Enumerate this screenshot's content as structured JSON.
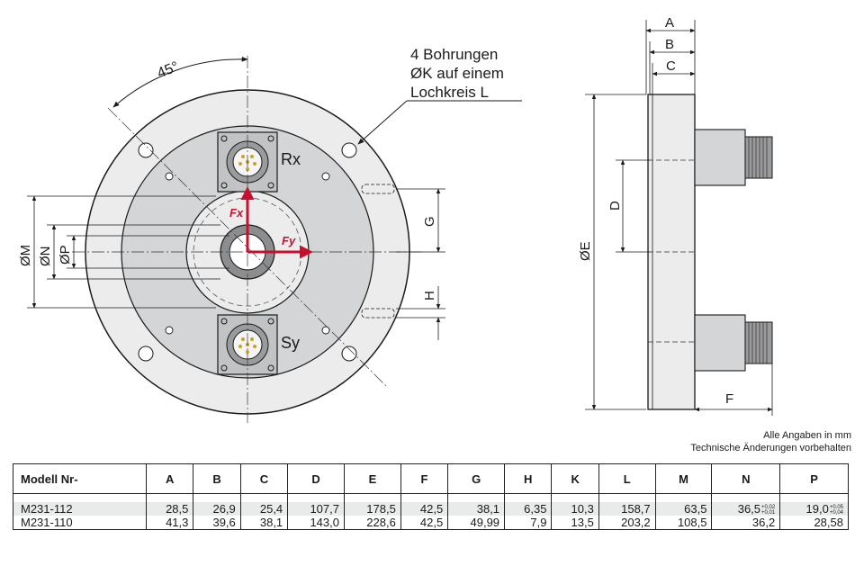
{
  "labels": {
    "angle": "45°",
    "holes_line1": "4 Bohrungen",
    "holes_line2": "ØK auf einem",
    "holes_line3": "Lochkreis L",
    "rx": "Rx",
    "sy": "Sy",
    "fx": "Fx",
    "fy": "Fy",
    "dim_m": "ØM",
    "dim_n": "ØN",
    "dim_p": "ØP",
    "dim_g": "G",
    "dim_h": "H",
    "dim_a": "A",
    "dim_b": "B",
    "dim_c": "C",
    "dim_d": "D",
    "dim_e": "ØE",
    "dim_f": "F"
  },
  "colors": {
    "force_arrow": "#c8102e",
    "plate_gray": "#d4d5d6",
    "ring_gray": "#ececec"
  },
  "notes": {
    "units": "Alle Angaben in mm",
    "changes": "Technische Änderungen vorbehalten"
  },
  "table": {
    "headers": [
      "Modell  Nr-",
      "A",
      "B",
      "C",
      "D",
      "E",
      "F",
      "G",
      "H",
      "K",
      "L",
      "M",
      "N",
      "P"
    ],
    "rows": [
      {
        "model": "M231-112",
        "values": [
          "28,5",
          "26,9",
          "25,4",
          "107,7",
          "178,5",
          "42,5",
          "38,1",
          "6,35",
          "10,3",
          "158,7",
          "63,5"
        ],
        "n": {
          "value": "36,5",
          "tol_upper": "+0,02",
          "tol_lower": "+0,01"
        },
        "p": {
          "value": "19,0",
          "tol_upper": "+0,05",
          "tol_lower": "+0,04"
        }
      },
      {
        "model": "M231-110",
        "values": [
          "41,3",
          "39,6",
          "38,1",
          "143,0",
          "228,6",
          "42,5",
          "49,99",
          "7,9",
          "13,5",
          "203,2",
          "108,5"
        ],
        "n": {
          "value": "36,2"
        },
        "p": {
          "value": "28,58"
        }
      }
    ]
  }
}
